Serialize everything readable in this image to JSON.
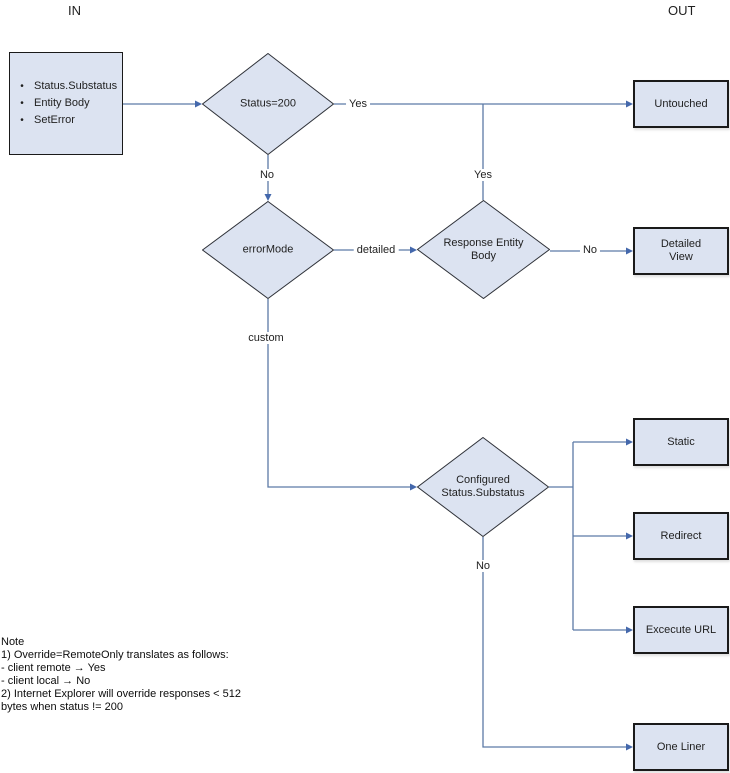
{
  "io": {
    "in_label": "IN",
    "out_label": "OUT"
  },
  "input_box": {
    "items": [
      "Status.Substatus",
      "Entity Body",
      "SetError"
    ]
  },
  "decisions": {
    "status200": "Status=200",
    "error_mode": "errorMode",
    "response_entity_body": "Response Entity Body",
    "configured_status": "Configured Status.Substatus"
  },
  "outputs": {
    "untouched": "Untouched",
    "detailed_view": "Detailed View",
    "static": "Static",
    "redirect": "Redirect",
    "execute_url": "Excecute URL",
    "one_liner": "One Liner"
  },
  "edge_labels": {
    "status200_yes": "Yes",
    "status200_no": "No",
    "reb_yes": "Yes",
    "error_mode_detailed": "detailed",
    "reb_no": "No",
    "error_mode_custom": "custom",
    "configured_no": "No"
  },
  "note": {
    "lines": [
      "Note",
      "1) Override=RemoteOnly translates as follows:",
      "- client remote → Yes",
      "- client local → No",
      "2) Internet Explorer will override responses < 512",
      "bytes when status != 200"
    ]
  },
  "colors": {
    "node_fill": "#dce3f1",
    "node_border": "#1a1a1a",
    "connector": "#5c7aa6",
    "arrowhead": "#4468ac",
    "text": "#1f1f1f"
  }
}
